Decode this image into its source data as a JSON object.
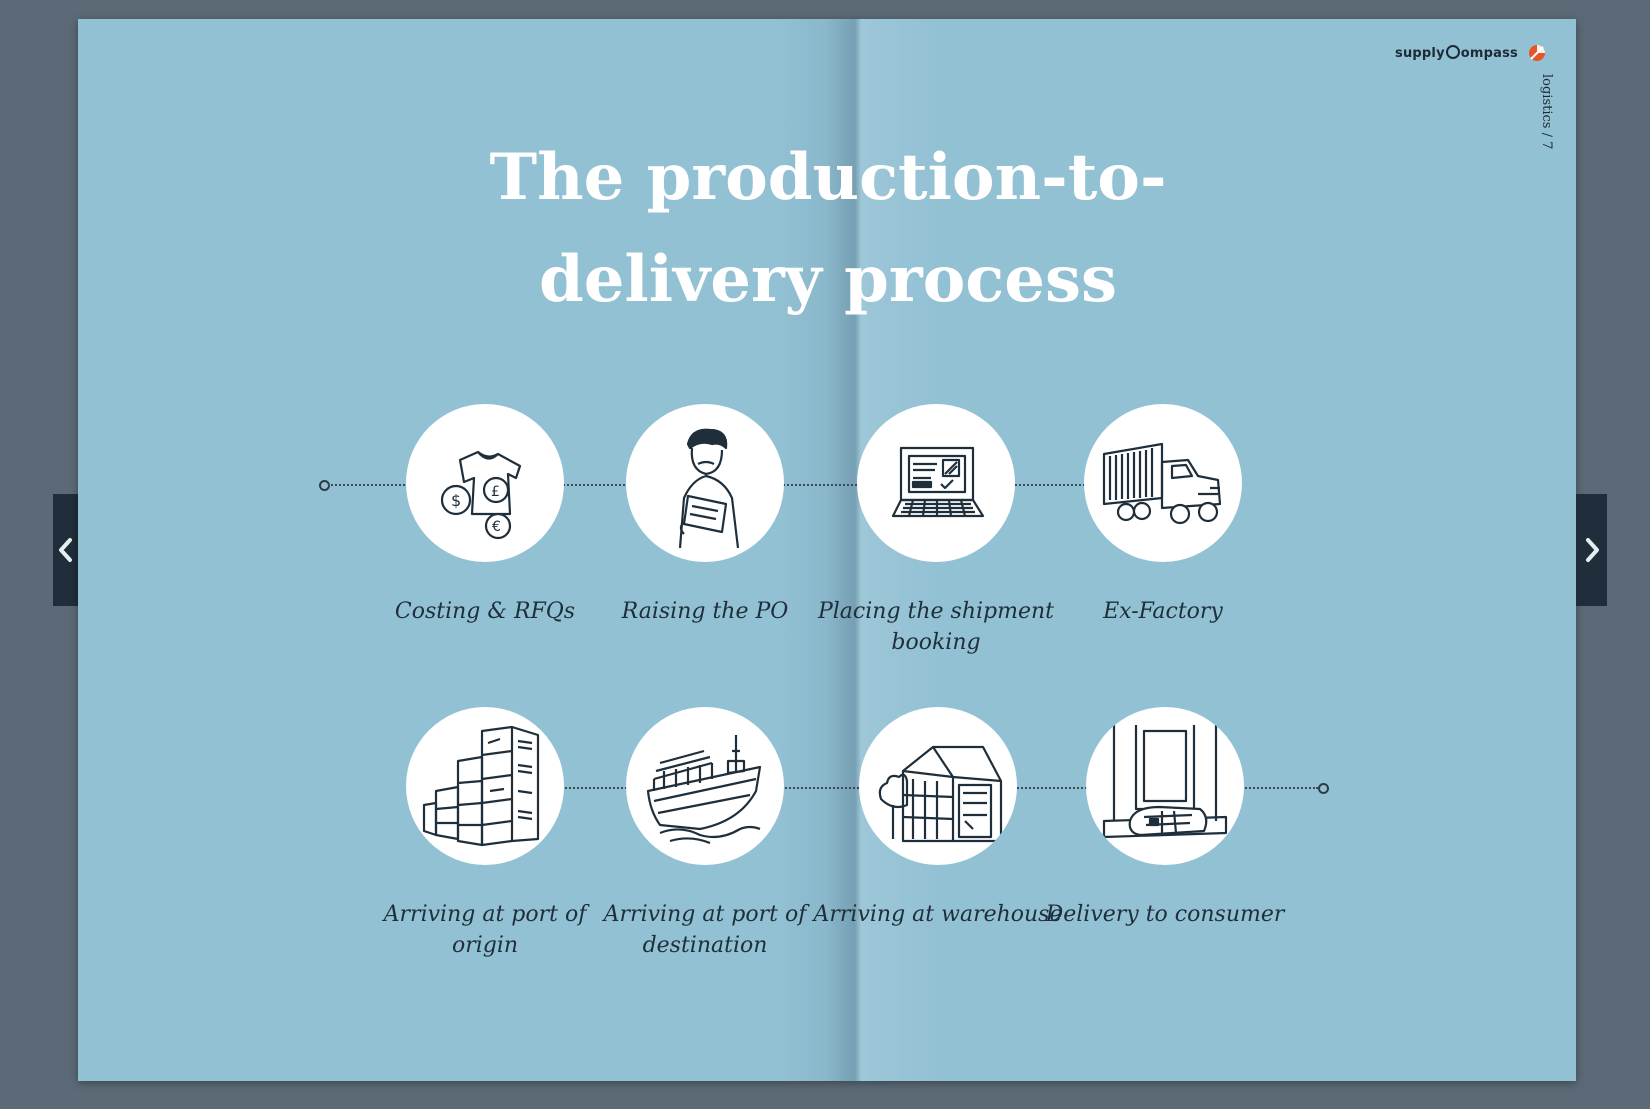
{
  "brand": {
    "name": "supplycompass",
    "prefix": "supply",
    "suffix": "ompass"
  },
  "page": {
    "section_label": "logistics / 7",
    "title_line1": "The production-to-",
    "title_line2": "delivery process"
  },
  "steps": [
    {
      "label": "Costing & RFQs",
      "icon": "money-shirt-icon"
    },
    {
      "label": "Raising the PO",
      "icon": "person-clipboard-icon"
    },
    {
      "label": "Placing the shipment booking",
      "icon": "laptop-icon"
    },
    {
      "label": "Ex-Factory",
      "icon": "truck-icon"
    },
    {
      "label": "Arriving at port of origin",
      "icon": "containers-icon"
    },
    {
      "label": "Arriving at port of destination",
      "icon": "cargo-ship-icon"
    },
    {
      "label": "Arriving at warehouse",
      "icon": "warehouse-icon"
    },
    {
      "label": "Delivery to consumer",
      "icon": "parcel-doorstep-icon"
    }
  ],
  "navigation": {
    "prev_icon": "chevron-left-icon",
    "next_icon": "chevron-right-icon"
  },
  "colors": {
    "page_background": "#93c1d4",
    "viewer_background": "#5b6a76",
    "nav_tab": "#1f2e3a",
    "title": "#ffffff",
    "ink": "#1e2f3b",
    "logo_accent": "#e8542a"
  }
}
